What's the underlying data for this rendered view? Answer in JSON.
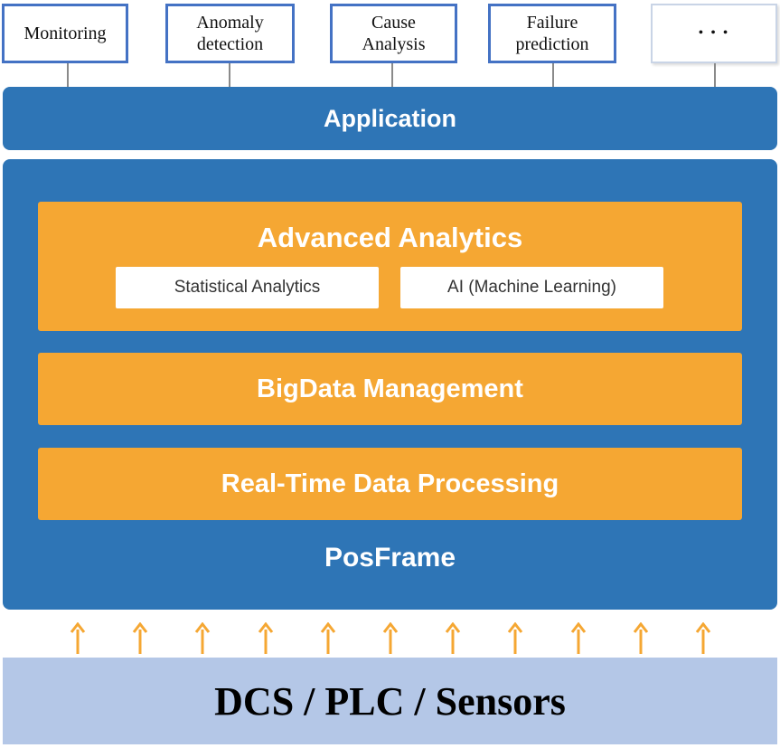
{
  "top_boxes": [
    {
      "label": "Monitoring"
    },
    {
      "label": "Anomaly\ndetection"
    },
    {
      "label": "Cause\nAnalysis"
    },
    {
      "label": "Failure\nprediction"
    },
    {
      "label": "• • •"
    }
  ],
  "application": {
    "label": "Application"
  },
  "advanced_analytics": {
    "title": "Advanced Analytics",
    "items": [
      {
        "label": "Statistical Analytics"
      },
      {
        "label": "AI (Machine Learning)"
      }
    ]
  },
  "bigdata": {
    "label": "BigData Management"
  },
  "realtime": {
    "label": "Real-Time Data Processing"
  },
  "posframe": {
    "label": "PosFrame"
  },
  "sources": {
    "label": "DCS / PLC / Sensors"
  },
  "colors": {
    "blue": "#2e75b6",
    "orange": "#f5a733",
    "light_blue": "#b4c7e7",
    "box_border": "#4472c4",
    "arrow": "#f5a733"
  },
  "arrow_count": 11
}
